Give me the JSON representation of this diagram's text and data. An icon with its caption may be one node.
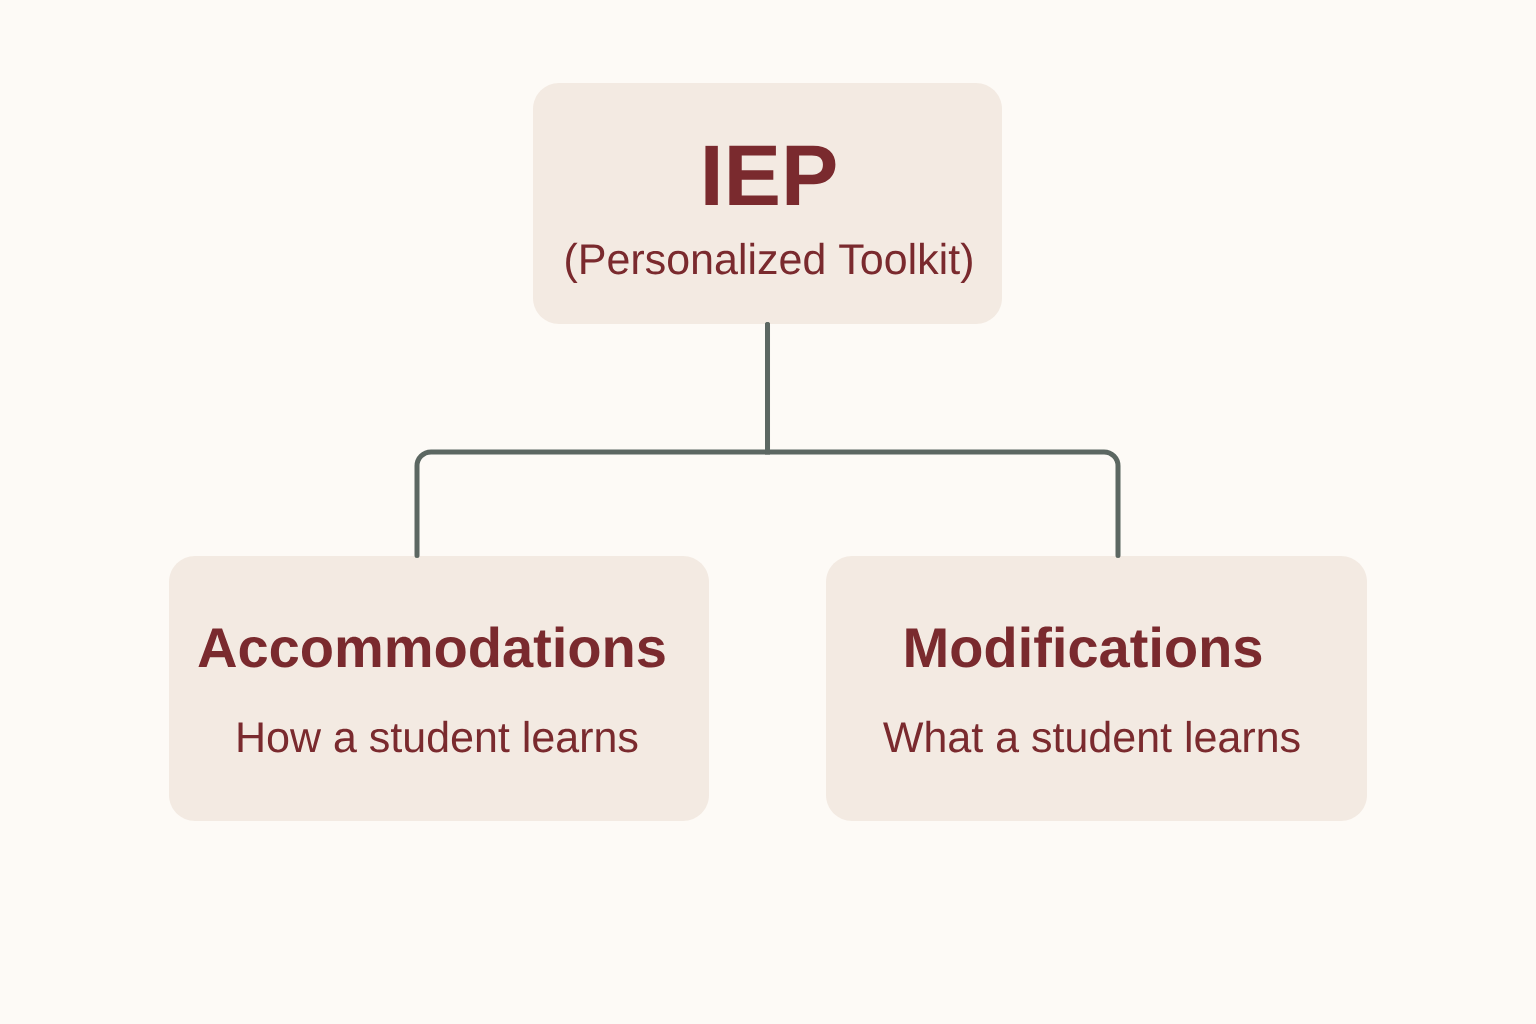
{
  "diagram": {
    "nodes": [
      {
        "text": [
          "IEP",
          "(Personalized Toolkit)"
        ]
      },
      {
        "text": [
          "Accommodations",
          "How a student learns"
        ]
      },
      {
        "text": [
          "Modifications",
          "What a student learns"
        ]
      }
    ],
    "edges": [
      {
        "from": 0,
        "to": 1,
        "arrow": "none"
      },
      {
        "from": 0,
        "to": 2,
        "arrow": "none"
      }
    ]
  }
}
